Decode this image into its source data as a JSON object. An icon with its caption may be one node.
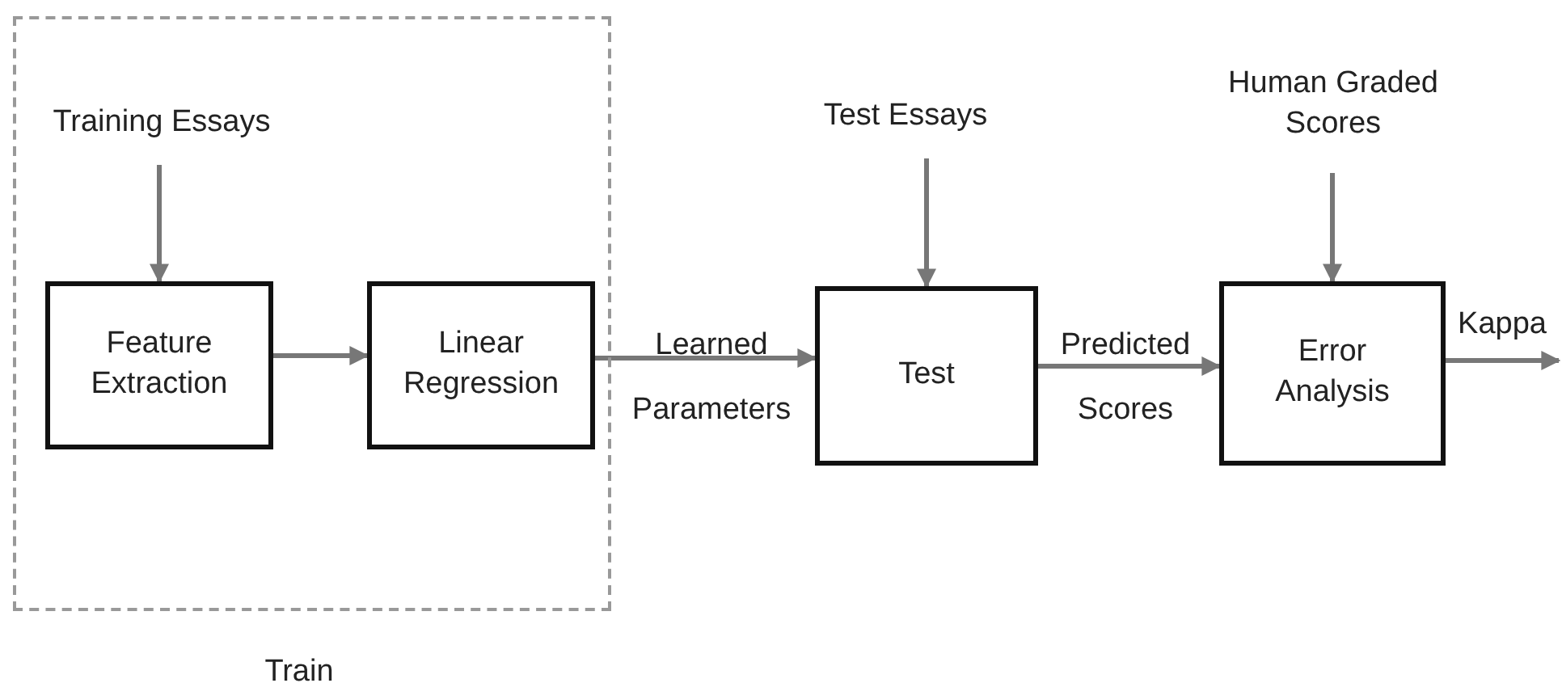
{
  "diagram": {
    "nodes": [
      {
        "text": [
          "Train"
        ]
      },
      {
        "text": [
          "Training Essays"
        ],
        "in": 0
      },
      {
        "text": [
          "Feature Extraction"
        ],
        "in": 0
      },
      {
        "text": [
          "Linear Regression"
        ],
        "in": 0
      },
      {
        "text": [
          "Test Essays"
        ]
      },
      {
        "text": [
          "Test"
        ]
      },
      {
        "text": [
          "Human Graded Scores"
        ]
      },
      {
        "text": [
          "Error Analysis"
        ]
      }
    ],
    "edges": [
      {
        "from": 1,
        "to": 2,
        "arrow": "to"
      },
      {
        "from": 2,
        "to": 3,
        "arrow": "to"
      },
      {
        "from": 3,
        "to": 5,
        "label": "Learned Parameters",
        "arrow": "to"
      },
      {
        "from": 4,
        "to": 5,
        "arrow": "to"
      },
      {
        "from": 5,
        "to": 7,
        "label": "Predicted Scores",
        "arrow": "to"
      },
      {
        "from": 6,
        "to": 7,
        "arrow": "to"
      },
      {
        "from": 7,
        "to": null,
        "label": "Kappa",
        "arrow": "to"
      }
    ]
  }
}
